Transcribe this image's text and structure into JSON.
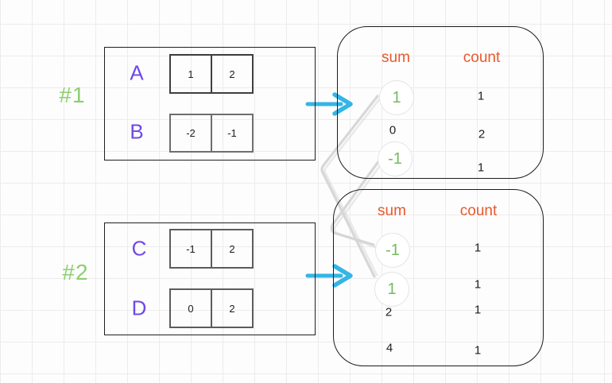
{
  "groups": [
    {
      "tag": "#1",
      "rows": [
        {
          "label": "A",
          "cells": [
            "1",
            "2"
          ]
        },
        {
          "label": "B",
          "cells": [
            "-2",
            "-1"
          ]
        }
      ]
    },
    {
      "tag": "#2",
      "rows": [
        {
          "label": "C",
          "cells": [
            "-1",
            "2"
          ]
        },
        {
          "label": "D",
          "cells": [
            "0",
            "2"
          ]
        }
      ]
    }
  ],
  "tables": [
    {
      "sum_header": "sum",
      "count_header": "count",
      "rows": [
        {
          "sum": "1",
          "count": "1",
          "circled": true
        },
        {
          "sum": "0",
          "count": "2",
          "circled": false
        },
        {
          "sum": "-1",
          "count": "1",
          "circled": true
        }
      ]
    },
    {
      "sum_header": "sum",
      "count_header": "count",
      "rows": [
        {
          "sum": "-1",
          "count": "1",
          "circled": true
        },
        {
          "sum": "1",
          "count": "1",
          "circled": true
        },
        {
          "sum": "2",
          "count": "1",
          "circled": false
        },
        {
          "sum": "4",
          "count": "1",
          "circled": false
        }
      ]
    }
  ],
  "connectors": [
    {
      "from": "table1 sum 1",
      "to": "table2 sum 1"
    },
    {
      "from": "table1 sum -1",
      "to": "table2 sum -1"
    }
  ],
  "colors": {
    "purple": "#7048e8",
    "green_label": "#8ccf6f",
    "green_value": "#74bb5c",
    "orange": "#e8592c",
    "cyan": "#35b5e5",
    "connector_gray": "#d5d5d5"
  }
}
